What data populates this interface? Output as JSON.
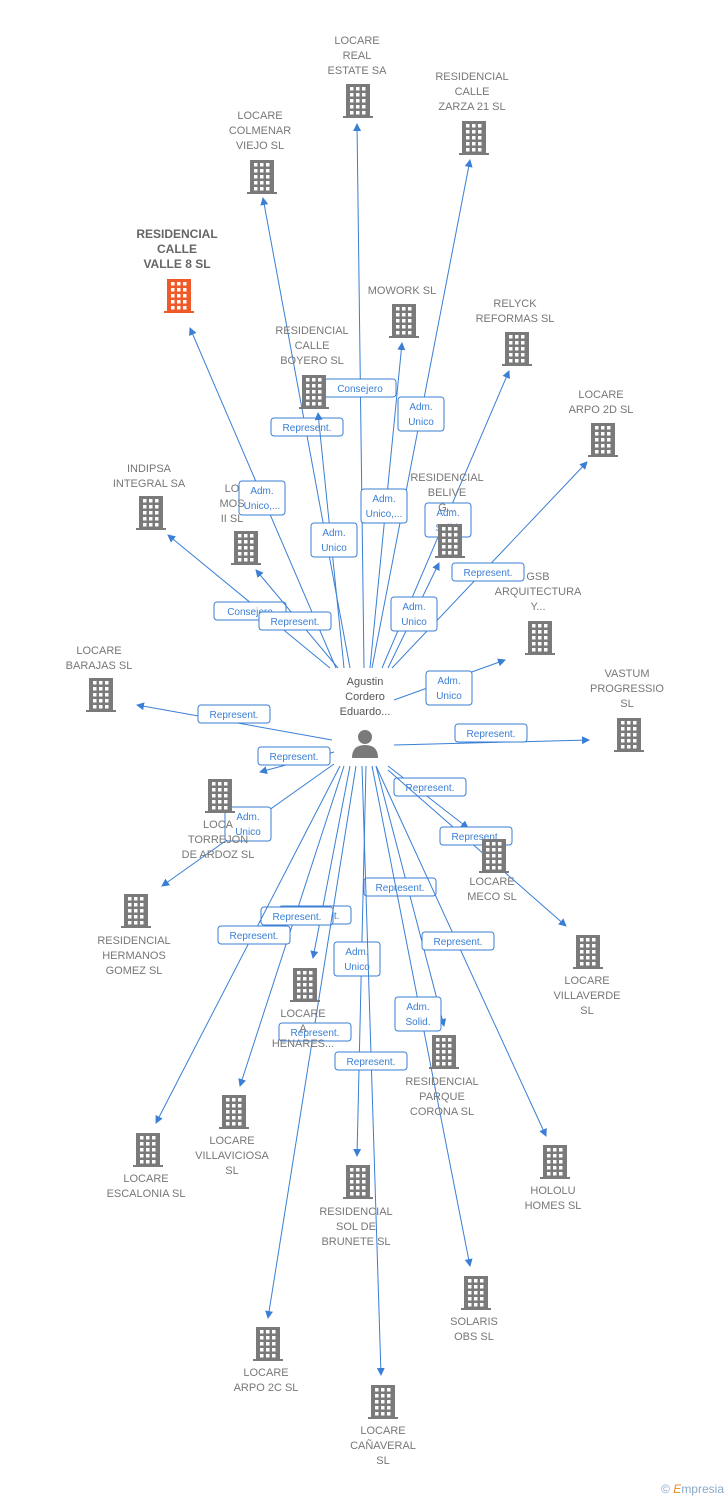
{
  "center": {
    "label_lines": [
      "Agustin",
      "Cordero",
      "Eduardo..."
    ],
    "icon": "person-icon"
  },
  "colors": {
    "edge": "#3a7fd5",
    "building": "#7a7a7a",
    "highlight": "#f05a28"
  },
  "nodes": [
    {
      "id": "locare-real-estate",
      "lines": [
        "LOCARE",
        "REAL",
        "ESTATE SA"
      ]
    },
    {
      "id": "residencial-calle-zarza",
      "lines": [
        "RESIDENCIAL",
        "CALLE",
        "ZARZA 21  SL"
      ]
    },
    {
      "id": "locare-colmenar-viejo",
      "lines": [
        "LOCARE",
        "COLMENAR",
        "VIEJO  SL"
      ]
    },
    {
      "id": "residencial-calle-valle",
      "lines": [
        "RESIDENCIAL",
        "CALLE",
        "VALLE 8  SL"
      ],
      "highlight": true
    },
    {
      "id": "mowork",
      "lines": [
        "MOWORK  SL"
      ]
    },
    {
      "id": "relyck-reformas",
      "lines": [
        "RELYCK",
        "REFORMAS  SL"
      ]
    },
    {
      "id": "residencial-calle-boyero",
      "lines": [
        "RESIDENCIAL",
        "CALLE",
        "BOYERO  SL"
      ]
    },
    {
      "id": "locare-arpo-2d",
      "lines": [
        "LOCARE",
        "ARPO 2D  SL"
      ]
    },
    {
      "id": "indipsa-integral",
      "lines": [
        "INDIPSA",
        "INTEGRAL SA"
      ]
    },
    {
      "id": "locare-mostoles",
      "lines": [
        "LO",
        "MOS",
        "II  SL"
      ]
    },
    {
      "id": "residencial-belive",
      "lines": [
        "RESIDENCIAL",
        "BELIVE",
        "G..."
      ]
    },
    {
      "id": "gsb-arquitectura",
      "lines": [
        "GSB",
        "ARQUITECTURA",
        "Y..."
      ]
    },
    {
      "id": "locare-barajas",
      "lines": [
        "LOCARE",
        "BARAJAS  SL"
      ]
    },
    {
      "id": "vastum-progressio",
      "lines": [
        "VASTUM",
        "PROGRESSIO",
        "SL"
      ]
    },
    {
      "id": "locare-torrejon",
      "lines": [
        "LOCA",
        "TORREJON",
        "DE ARDOZ  SL"
      ]
    },
    {
      "id": "locare-meco",
      "lines": [
        "LOCARE",
        "MECO  SL"
      ]
    },
    {
      "id": "residencial-hermanos-gomez",
      "lines": [
        "RESIDENCIAL",
        "HERMANOS",
        "GOMEZ  SL"
      ]
    },
    {
      "id": "locare-villaverde",
      "lines": [
        "LOCARE",
        "VILLAVERDE",
        "SL"
      ]
    },
    {
      "id": "locare-alcala-henares",
      "lines": [
        "LOCARE",
        "A",
        "HENARES..."
      ]
    },
    {
      "id": "residencial-parque-corona",
      "lines": [
        "RESIDENCIAL",
        "PARQUE",
        "CORONA  SL"
      ]
    },
    {
      "id": "locare-villaviciosa",
      "lines": [
        "LOCARE",
        "VILLAVICIOSA",
        "SL"
      ]
    },
    {
      "id": "locare-escalonia",
      "lines": [
        "LOCARE",
        "ESCALONIA  SL"
      ]
    },
    {
      "id": "hololu-homes",
      "lines": [
        "HOLOLU",
        "HOMES  SL"
      ]
    },
    {
      "id": "residencial-sol-de-brunete",
      "lines": [
        "RESIDENCIAL",
        "SOL DE",
        "BRUNETE  SL"
      ]
    },
    {
      "id": "solaris-obs",
      "lines": [
        "SOLARIS",
        "OBS  SL"
      ]
    },
    {
      "id": "locare-arpo-2c",
      "lines": [
        "LOCARE",
        "ARPO 2C  SL"
      ]
    },
    {
      "id": "locare-canaveral",
      "lines": [
        "LOCARE",
        "CAÑAVERAL",
        "SL"
      ]
    }
  ],
  "edges": [
    {
      "to": "locare-real-estate",
      "lines": [
        "Consejero"
      ]
    },
    {
      "to": "residencial-calle-zarza",
      "lines": [
        "Adm.",
        "Unico"
      ]
    },
    {
      "to": "locare-colmenar-viejo",
      "lines": [
        "Represent."
      ]
    },
    {
      "to": "residencial-calle-valle",
      "lines": [
        "Adm.",
        "Unico,..."
      ]
    },
    {
      "to": "mowork",
      "lines": [
        "Adm.",
        "Unico,..."
      ]
    },
    {
      "to": "relyck-reformas",
      "lines": [
        "Adm.",
        "Solid."
      ]
    },
    {
      "to": "residencial-calle-boyero",
      "lines": [
        "Adm.",
        "Unico"
      ]
    },
    {
      "to": "locare-arpo-2d",
      "lines": [
        "Represent."
      ]
    },
    {
      "to": "indipsa-integral",
      "lines": [
        "Consejero"
      ]
    },
    {
      "to": "locare-mostoles",
      "lines": [
        "Represent."
      ]
    },
    {
      "to": "residencial-belive",
      "lines": [
        "Adm.",
        "Unico"
      ]
    },
    {
      "to": "gsb-arquitectura",
      "lines": [
        "Adm.",
        "Unico"
      ]
    },
    {
      "to": "locare-barajas",
      "lines": [
        "Represent."
      ]
    },
    {
      "to": "vastum-progressio",
      "lines": [
        "Represent."
      ]
    },
    {
      "to": "locare-torrejon",
      "lines": [
        "Represent."
      ]
    },
    {
      "to": "residencial-hermanos-gomez",
      "lines": [
        "Adm.",
        "Unico"
      ]
    },
    {
      "to": "locare-meco",
      "lines": [
        "Represent."
      ]
    },
    {
      "to": "locare-villaverde",
      "lines": [
        "Represent."
      ]
    },
    {
      "to": "locare-alcala-henares",
      "lines": [
        "Represent."
      ]
    },
    {
      "to": "locare-villaviciosa",
      "lines": [
        "Represent."
      ]
    },
    {
      "to": "locare-escalonia",
      "lines": [
        "Represent."
      ]
    },
    {
      "to": "residencial-parque-corona",
      "lines": [
        "Represent."
      ]
    },
    {
      "to": "hololu-homes",
      "lines": [
        "Represent."
      ]
    },
    {
      "to": "residencial-sol-de-brunete",
      "lines": [
        "Adm.",
        "Unico"
      ]
    },
    {
      "to": "solaris-obs",
      "lines": [
        "Adm.",
        "Solid."
      ]
    },
    {
      "to": "locare-arpo-2c",
      "lines": [
        "Represent."
      ]
    },
    {
      "to": "locare-canaveral",
      "lines": [
        "Represent."
      ]
    }
  ],
  "credit": {
    "symbol": "©",
    "brand_first": "E",
    "brand_rest": "mpresia"
  }
}
